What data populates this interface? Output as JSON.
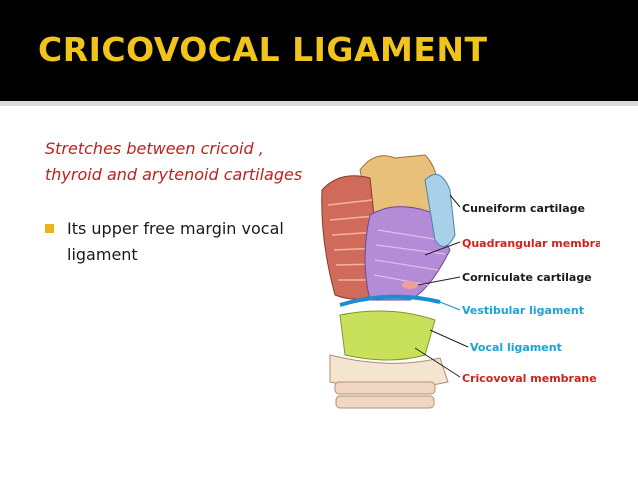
{
  "slide": {
    "title": "CRICOVOCAL LIGAMENT",
    "intro": "Stretches between cricoid , thyroid and arytenoid cartilages",
    "bullet": "Its upper free margin vocal ligament"
  },
  "figure": {
    "labels": {
      "cuneiform": "Cuneiform cartilage",
      "quadrangular": "Quadrangular membrane",
      "corniculate": "Corniculate cartilage",
      "vestibular": "Vestibular ligament",
      "vocal": "Vocal ligament",
      "cricovocal": "Cricovoval membrane"
    }
  },
  "colors": {
    "title": "#f0c419",
    "intro": "#c0201e",
    "bullet": "#e8b31c",
    "label_dark": "#1a1a1a",
    "label_red": "#d0211b",
    "label_blue": "#1aa3d6"
  }
}
